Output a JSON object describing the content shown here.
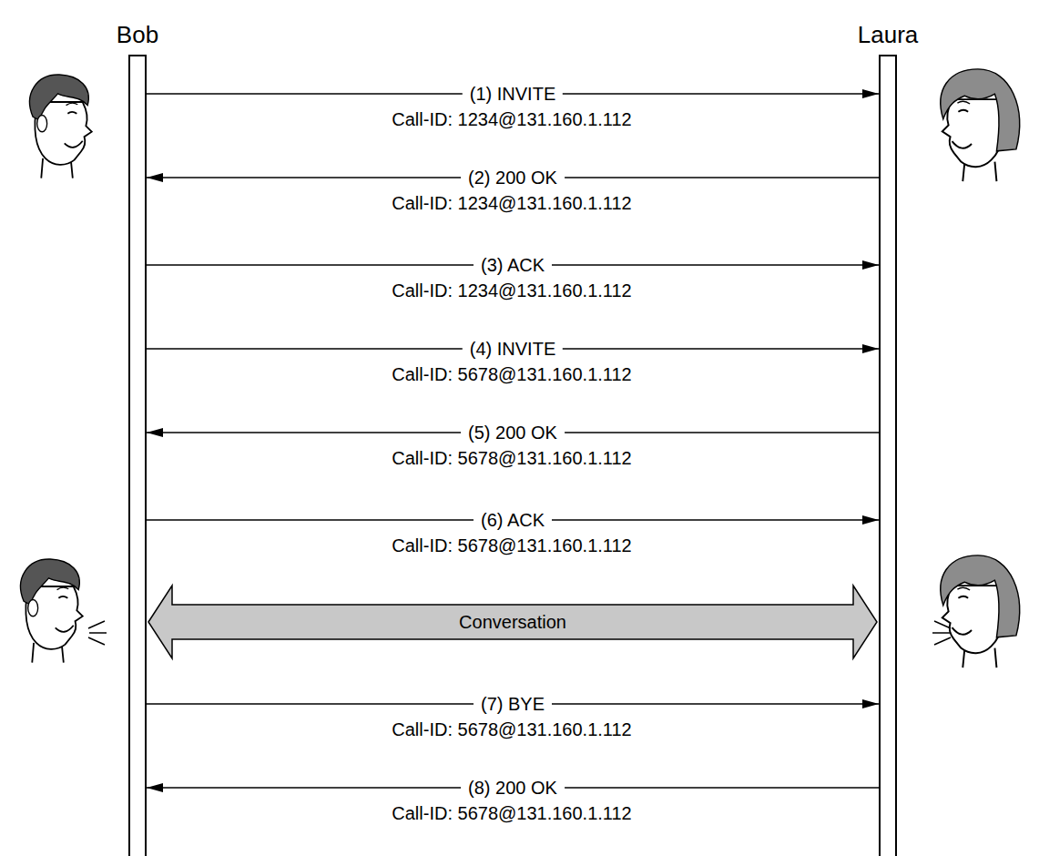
{
  "diagram": {
    "nodes": [
      {
        "text": [
          "Bob"
        ]
      },
      {
        "text": [
          "Laura"
        ]
      }
    ],
    "edges": [
      {
        "from": 0,
        "to": 1,
        "arrow": "to",
        "label": "(1) INVITE"
      },
      {
        "from": 1,
        "to": 0,
        "arrow": "to",
        "label": "(2) 200 OK"
      },
      {
        "from": 0,
        "to": 1,
        "arrow": "to",
        "label": "(3) ACK"
      },
      {
        "from": 0,
        "to": 1,
        "arrow": "to",
        "label": "(4) INVITE"
      },
      {
        "from": 1,
        "to": 0,
        "arrow": "to",
        "label": "(5) 200 OK"
      },
      {
        "from": 0,
        "to": 1,
        "arrow": "to",
        "label": "(6) ACK"
      },
      {
        "from": 0,
        "to": 1,
        "arrow": "both",
        "label": "Conversation"
      },
      {
        "from": 0,
        "to": 1,
        "arrow": "to",
        "label": "(7) BYE"
      },
      {
        "from": 1,
        "to": 0,
        "arrow": "to",
        "label": "(8) 200 OK"
      }
    ],
    "labels": [
      "Call-ID: 1234@131.160.1.112",
      "Call-ID: 1234@131.160.1.112",
      "Call-ID: 1234@131.160.1.112",
      "Call-ID: 5678@131.160.1.112",
      "Call-ID: 5678@131.160.1.112",
      "Call-ID: 5678@131.160.1.112",
      "Call-ID: 5678@131.160.1.112",
      "Call-ID: 5678@131.160.1.112"
    ]
  }
}
